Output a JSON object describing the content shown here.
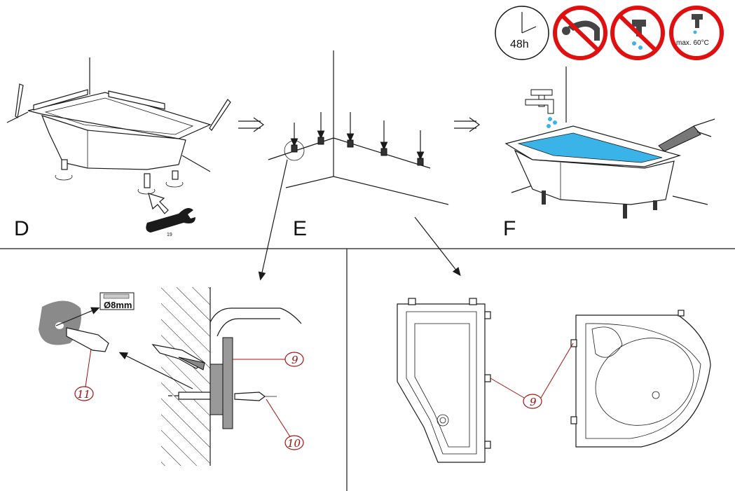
{
  "steps": {
    "d": "D",
    "e": "E",
    "f": "F"
  },
  "icons": {
    "wait_time": "48h",
    "max_temp": "max. 60°C",
    "no_icon_color": "#e01010"
  },
  "wrench_size": "19",
  "drill_label": "Ø8mm",
  "callouts": {
    "nine_a": "9",
    "ten": "10",
    "eleven": "11",
    "nine_b": "9"
  },
  "colors": {
    "water": "#3ab4e8",
    "callout_red": "#a01010",
    "plate_gray": "#8a8a8a"
  }
}
